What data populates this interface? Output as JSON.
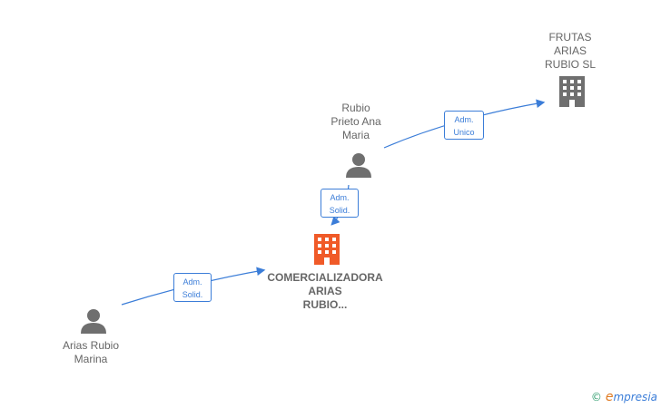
{
  "nodes": {
    "frutas": {
      "label": "FRUTAS\nARIAS\nRUBIO  SL",
      "type": "company",
      "color": "#6f6f6f"
    },
    "rubio_prieto": {
      "label": "Rubio\nPrieto Ana\nMaria",
      "type": "person",
      "color": "#6f6f6f"
    },
    "comercializadora": {
      "label": "COMERCIALIZADORA\nARIAS\nRUBIO...",
      "type": "company",
      "color": "#f05a28"
    },
    "arias_marina": {
      "label": "Arias Rubio\nMarina",
      "type": "person",
      "color": "#6f6f6f"
    }
  },
  "edges": {
    "rubio_to_frutas": "Adm.\nUnico",
    "rubio_to_comercializadora": "Adm.\nSolid.",
    "arias_to_comercializadora": "Adm.\nSolid."
  },
  "brand": {
    "copyright": "©",
    "initial": "e",
    "name": "mpresia"
  },
  "colors": {
    "edge": "#3b7dd8",
    "text": "#666666",
    "accent": "#f05a28"
  }
}
